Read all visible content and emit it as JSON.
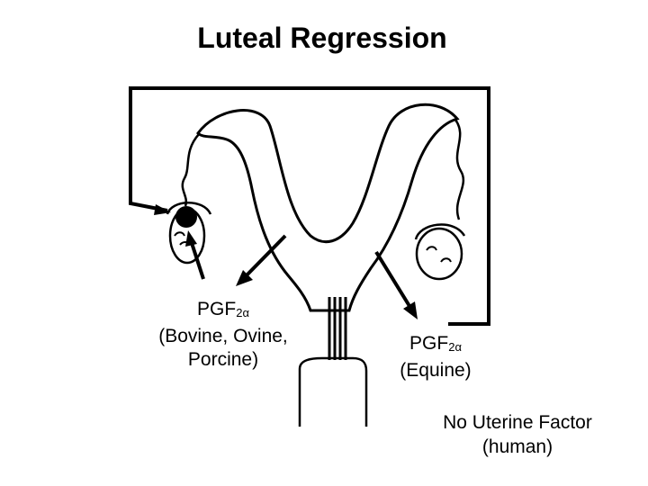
{
  "title": "Luteal Regression",
  "labels": {
    "left": {
      "pgf_main": "PGF",
      "pgf_sub": "2",
      "pgf_alpha": "α",
      "line2": "(Bovine, Ovine,",
      "line3": "Porcine)"
    },
    "right": {
      "pgf_main": "PGF",
      "pgf_sub": "2",
      "pgf_alpha": "α",
      "line2": "(Equine)"
    },
    "human": {
      "line1": "No Uterine Factor",
      "line2": "(human)"
    }
  },
  "colors": {
    "stroke": "#000000",
    "background": "#ffffff"
  }
}
